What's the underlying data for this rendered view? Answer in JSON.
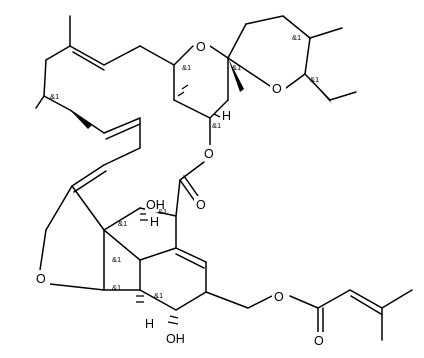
{
  "atoms": {
    "o_spiro_a": "O",
    "o_spiro_b": "O",
    "o_lactone_ring": "O",
    "o_lactone_carbonyl": "O",
    "oh_upper": "OH",
    "o_furan": "O",
    "oh_lower": "OH",
    "o_ester": "O",
    "o_ester_carbonyl": "O",
    "h_spiro": "H",
    "h_ring_junction": "H",
    "h_furan": "H"
  },
  "stereo_label": "&1"
}
